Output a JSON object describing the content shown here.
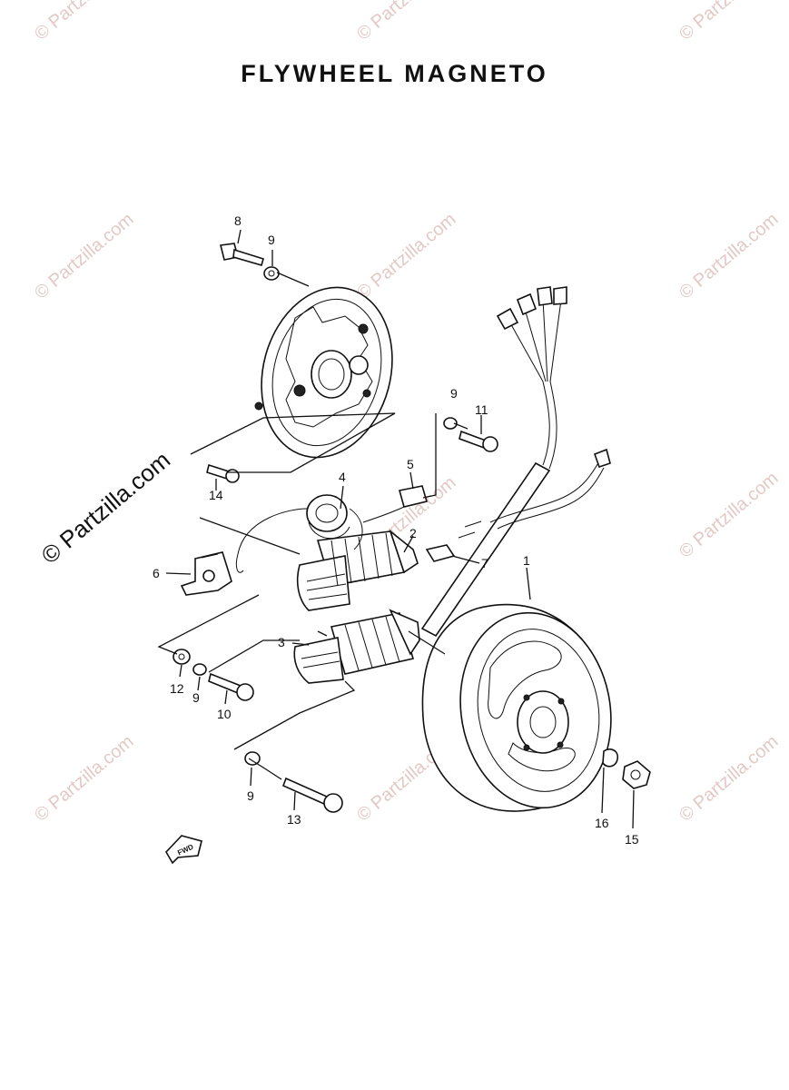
{
  "title": "FLYWHEEL MAGNETO",
  "watermark": "© Partzilla.com",
  "fwd_label": "FWD",
  "callouts": [
    {
      "id": "c1",
      "label": "1"
    },
    {
      "id": "c2",
      "label": "2"
    },
    {
      "id": "c3",
      "label": "3"
    },
    {
      "id": "c4",
      "label": "4"
    },
    {
      "id": "c5",
      "label": "5"
    },
    {
      "id": "c6",
      "label": "6"
    },
    {
      "id": "c7",
      "label": "7"
    },
    {
      "id": "c8",
      "label": "8"
    },
    {
      "id": "c9a",
      "label": "9"
    },
    {
      "id": "c9b",
      "label": "9"
    },
    {
      "id": "c9c",
      "label": "9"
    },
    {
      "id": "c9d",
      "label": "9"
    },
    {
      "id": "c10",
      "label": "10"
    },
    {
      "id": "c11",
      "label": "11"
    },
    {
      "id": "c12",
      "label": "12"
    },
    {
      "id": "c13",
      "label": "13"
    },
    {
      "id": "c14",
      "label": "14"
    },
    {
      "id": "c15",
      "label": "15"
    },
    {
      "id": "c16",
      "label": "16"
    }
  ],
  "colors": {
    "line": "#111111",
    "watermark": "#e3c9c6",
    "background": "#ffffff"
  }
}
